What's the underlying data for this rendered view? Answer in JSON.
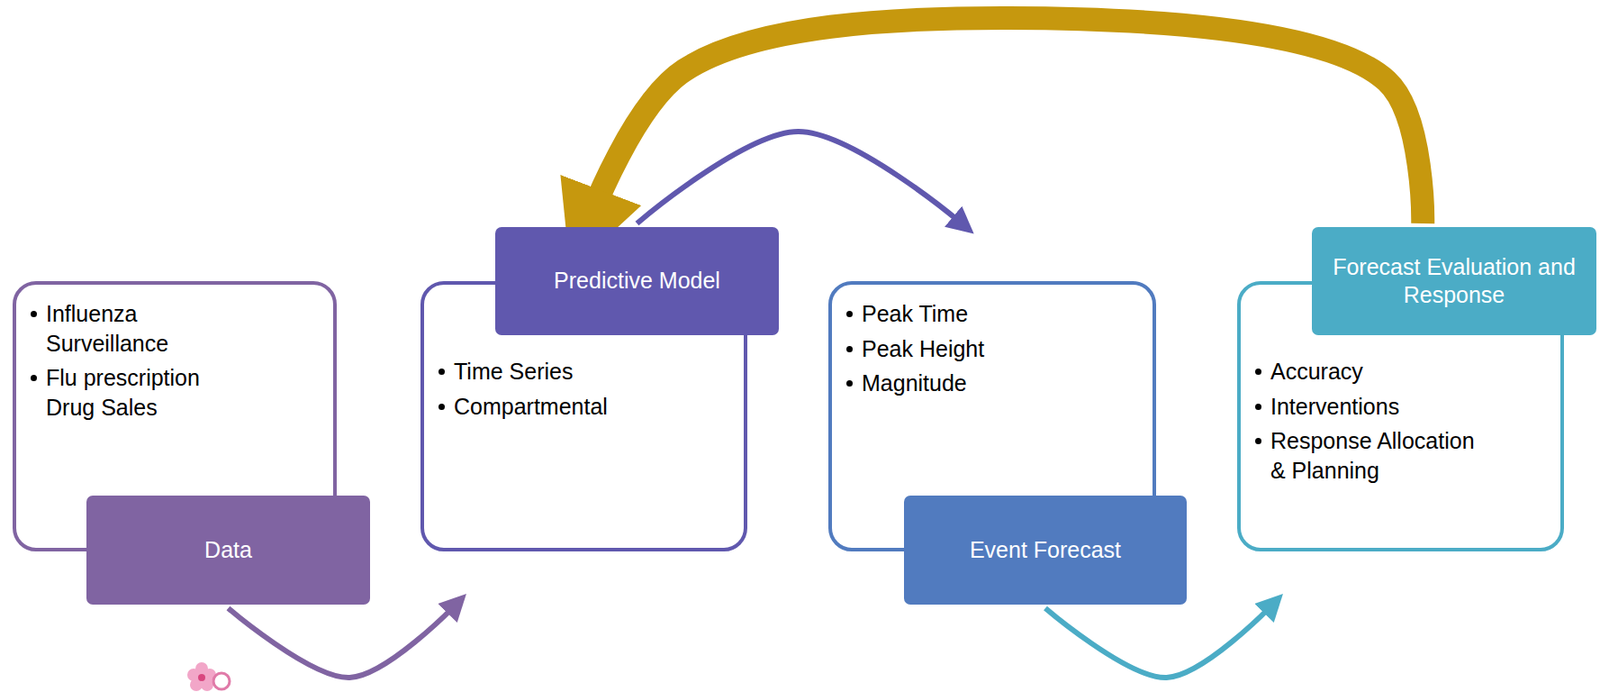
{
  "diagram": {
    "nodes": [
      {
        "text": [
          "Data",
          "Influenza Surveillance",
          "Flu prescription Drug Sales"
        ]
      },
      {
        "text": [
          "Predictive Model",
          "Time Series",
          "Compartmental"
        ]
      },
      {
        "text": [
          "Event Forecast",
          "Peak Time",
          "Peak Height",
          "Magnitude"
        ]
      },
      {
        "text": [
          "Forecast Evaluation and Response",
          "Accuracy",
          "Interventions",
          "Response Allocation & Planning"
        ]
      }
    ],
    "edges": [
      {
        "from": 0,
        "to": 1,
        "arrow": "to"
      },
      {
        "from": 1,
        "to": 2,
        "arrow": "to"
      },
      {
        "from": 2,
        "to": 3,
        "arrow": "to"
      },
      {
        "from": 3,
        "to": 1,
        "arrow": "to"
      }
    ]
  }
}
